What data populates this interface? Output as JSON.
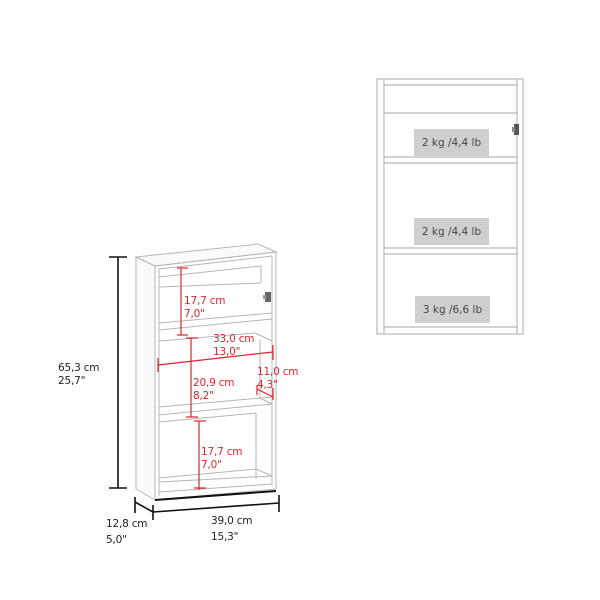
{
  "colors": {
    "outline": "#b8b8b8",
    "dimension_black": "#111111",
    "dimension_red": "#d9262c",
    "load_tag_bg": "#cfcfcf",
    "load_tag_text": "#444444"
  },
  "cabinet_view": {
    "height": {
      "cm": "65,3 cm",
      "in": "25,7\""
    },
    "depth": {
      "cm": "12,8 cm",
      "in": "5,0\""
    },
    "width": {
      "cm": "39,0 cm",
      "in": "15,3\""
    },
    "top_compartment": {
      "cm": "17,7 cm",
      "in": "7,0\""
    },
    "inner_width": {
      "cm": "33,0 cm",
      "in": "13,0\""
    },
    "middle_compartment": {
      "cm": "20,9 cm",
      "in": "8,2\""
    },
    "shelf_depth": {
      "cm": "11,0 cm",
      "in": "4,3\""
    },
    "bottom_compartment": {
      "cm": "17,7 cm",
      "in": "7,0\""
    }
  },
  "load_view": {
    "shelves": [
      {
        "label": "2 kg /4,4 lb"
      },
      {
        "label": "2 kg /4,4 lb"
      },
      {
        "label": "3 kg /6,6 lb"
      }
    ]
  }
}
